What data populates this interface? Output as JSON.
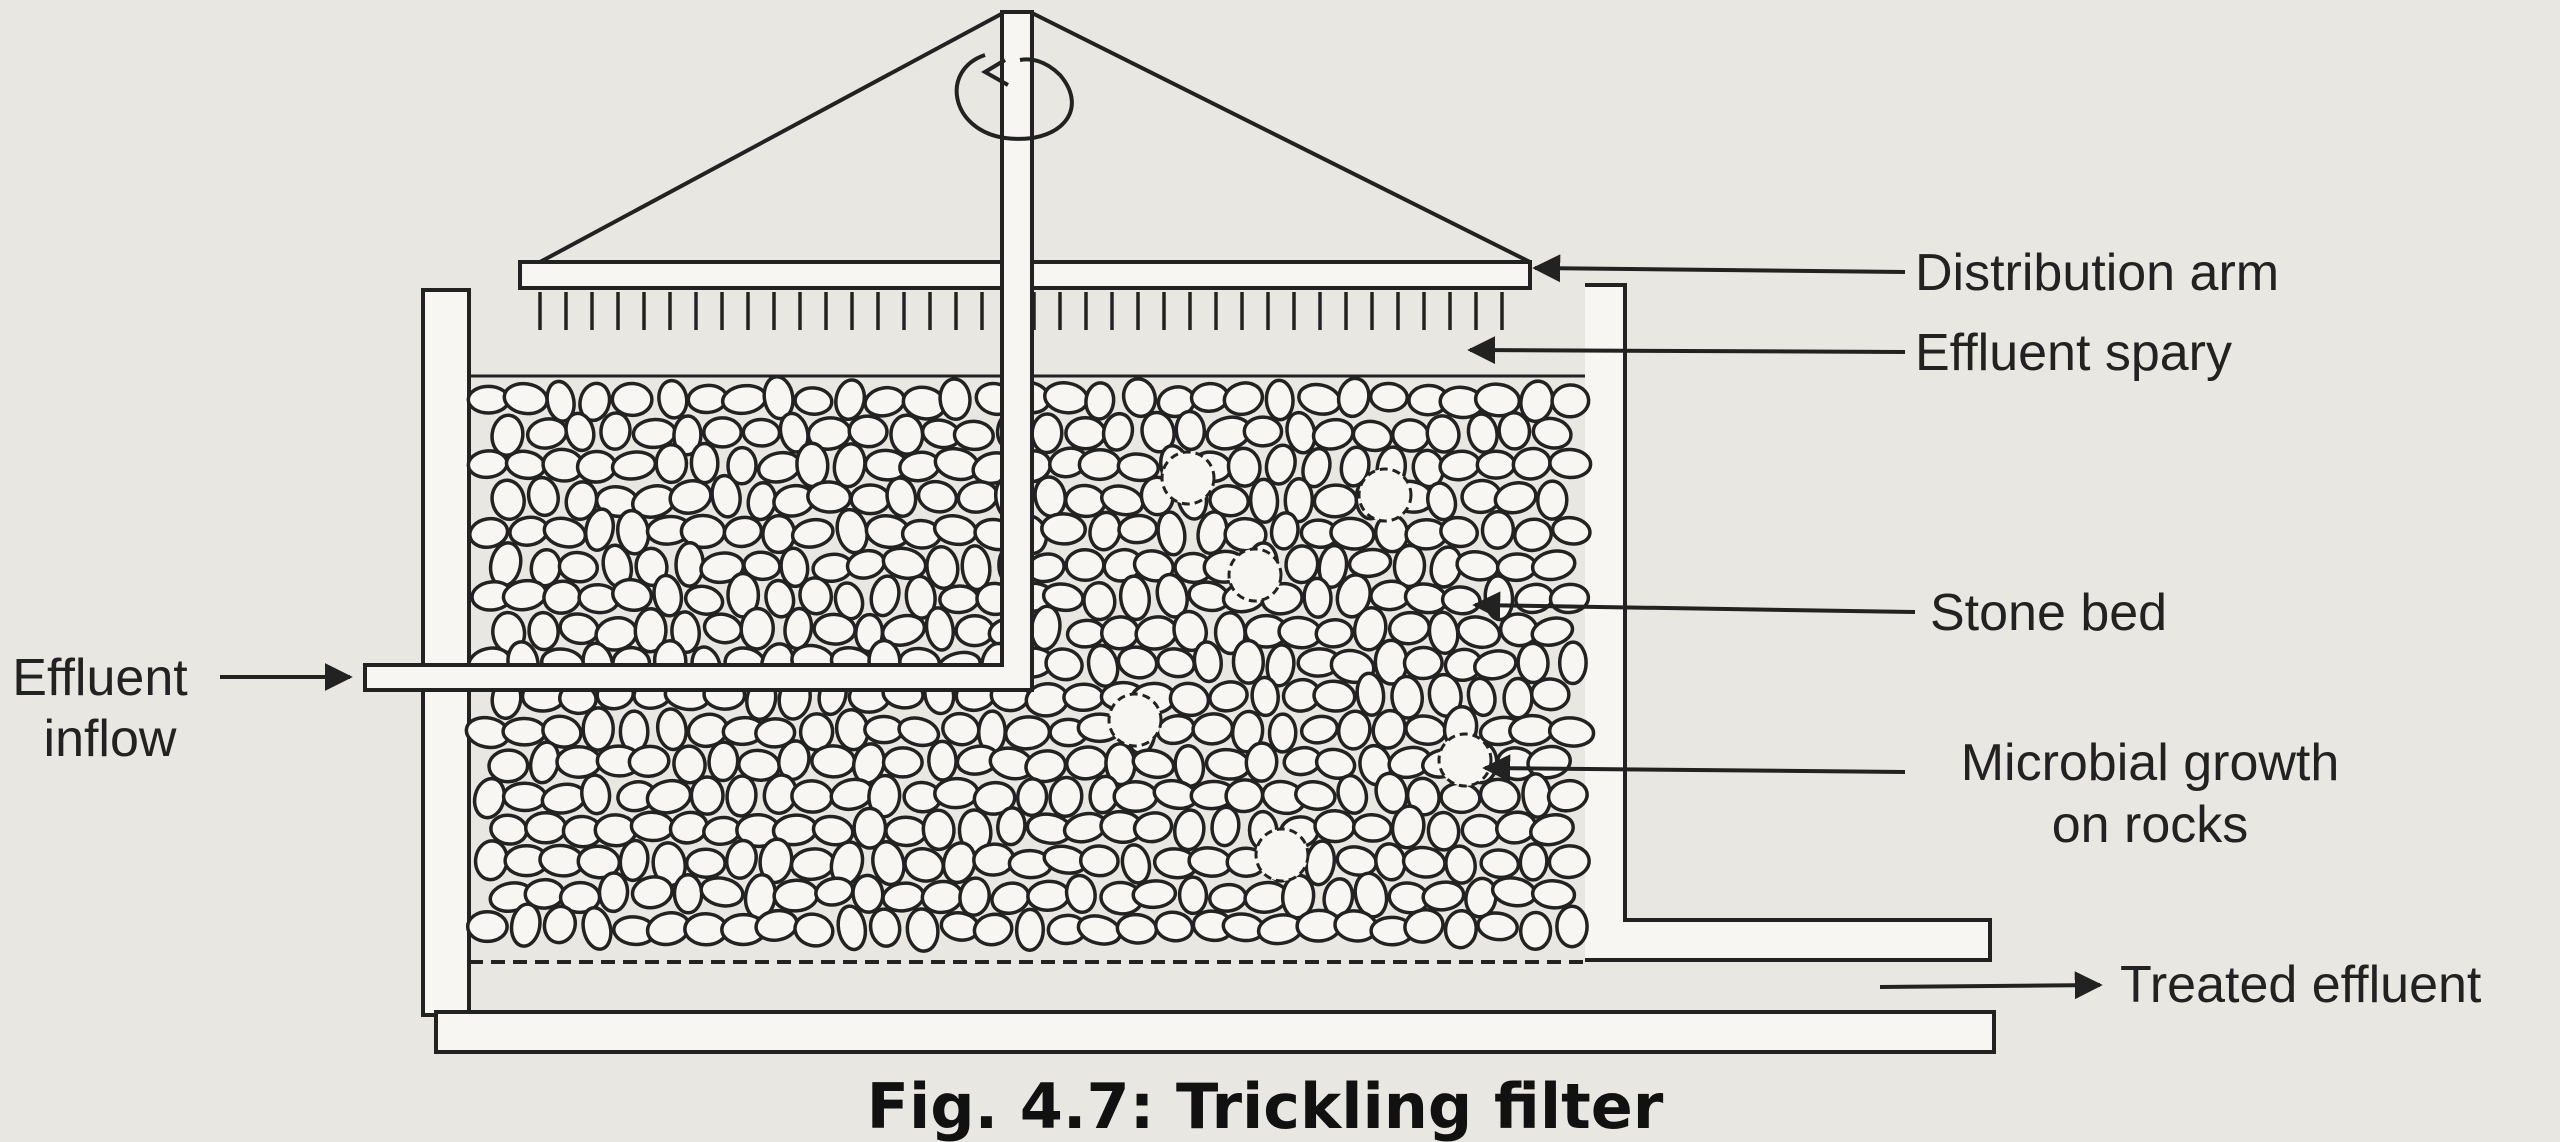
{
  "labels": {
    "distribution_arm": "Distribution arm",
    "effluent_spray": "Effluent spary",
    "stone_bed": "Stone bed",
    "microbial_growth_line1": "Microbial growth",
    "microbial_growth_line2": "on rocks",
    "effluent_inflow_line1": "Effluent",
    "effluent_inflow_line2": "inflow",
    "treated_effluent": "Treated effluent"
  },
  "caption": "Fig. 4.7: Trickling filter",
  "colors": {
    "background": "#e9e7e1",
    "ink": "#222222"
  },
  "icons": {
    "rotation": "rotation-arrow-icon"
  }
}
